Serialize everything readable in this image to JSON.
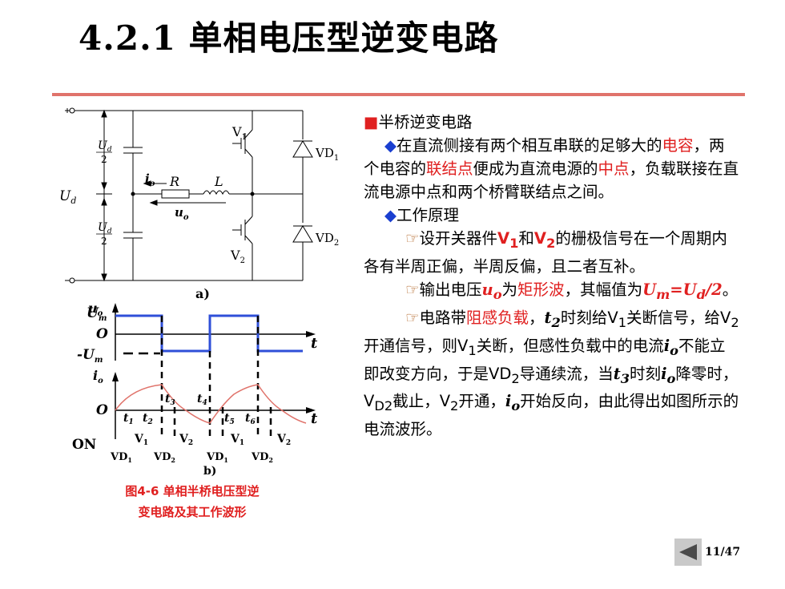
{
  "slide": {
    "title": "4.2.1 单相电压型逆变电路",
    "page_label": "11/47",
    "accent_color": "#e0736b",
    "highlight_color": "#e02020",
    "bullet_color": "#1a3fd0"
  },
  "figure": {
    "label_a": "a)",
    "label_b": "b)",
    "caption_line1": "图4-6  单相半桥电压型逆",
    "caption_line2": "变电路及其工作波形",
    "circuit": {
      "ud": "U",
      "ud_sub": "d",
      "half_num": "U",
      "half_num_sub": "d",
      "half_den": "2",
      "v1": "V",
      "v1_sub": "1",
      "v2": "V",
      "v2_sub": "2",
      "vd1": "VD",
      "vd1_sub": "1",
      "vd2": "VD",
      "vd2_sub": "2",
      "io": "i",
      "io_sub": "o",
      "r": "R",
      "l": "L",
      "uo": "u",
      "uo_sub": "o"
    },
    "waveform": {
      "uo_axis": "u",
      "uo_axis_sub": "o",
      "um": "U",
      "um_sub": "m",
      "origin": "O",
      "neg_um": "-U",
      "neg_um_sub": "m",
      "t": "t",
      "io_axis": "i",
      "io_axis_sub": "o",
      "t_marks": [
        "t",
        "t",
        "t",
        "t",
        "t",
        "t"
      ],
      "t_subs": [
        "1",
        "2",
        "3",
        "4",
        "5",
        "6"
      ],
      "on_label": "ON",
      "devices": [
        "V",
        "V",
        "V",
        "V"
      ],
      "device_subs": [
        "1",
        "2",
        "1",
        "2"
      ],
      "diodes": [
        "VD",
        "VD",
        "VD",
        "VD"
      ],
      "diode_subs": [
        "1",
        "2",
        "1",
        "2"
      ]
    }
  },
  "content": {
    "heading": "半桥逆变电路",
    "para1": {
      "a": "在直流侧接有两个相互串联的足够大的",
      "b": "电容",
      "c": "，两个电容的",
      "d": "联结点",
      "e": "便成为直流电源的",
      "f": "中点",
      "g": "，负载联接在直流电源中点和两个桥臂联结点之间。"
    },
    "sub_heading": "工作原理",
    "para2": {
      "a": "设开关器件",
      "v1": "V",
      "v1_sub": "1",
      "and": "和",
      "v2": "V",
      "v2_sub": "2",
      "b": "的栅极信号在一个周期内各有半周正偏，半周反偏，且二者互补。"
    },
    "para3": {
      "a": "输出电压",
      "uo": "u",
      "uo_sub": "o",
      "b": "为",
      "c": "矩形波",
      "d": "，其幅值为",
      "um": "U",
      "um_sub": "m",
      "eq": "=U",
      "ud_sub": "d",
      "tail": "/2",
      "end": "。"
    },
    "para4": {
      "a": "电路带",
      "b": "阻感负载",
      "c": "，",
      "t2": "t",
      "t2_sub": "2",
      "d": "时刻给V",
      "d_sub": "1",
      "e": "关断信号，给V",
      "e_sub": "2",
      "f": "开通信号，则V",
      "f_sub": "1",
      "g": "关断，但感性负载中的电流",
      "io": "i",
      "io_sub": "o",
      "h": "不能立即改变方向，于是VD",
      "h_sub": "2",
      "i": "导通续流，当",
      "t3": "t",
      "t3_sub": "3",
      "j": "时刻",
      "io2": "i",
      "io2_sub": "o",
      "k": "降零时，V",
      "k_sub": "D2",
      "l": "截止，V",
      "l_sub": "2",
      "m": "开通，",
      "io3": "i",
      "io3_sub": "o",
      "n": "开始反向，由此得出如图所示的电流波形。"
    }
  }
}
